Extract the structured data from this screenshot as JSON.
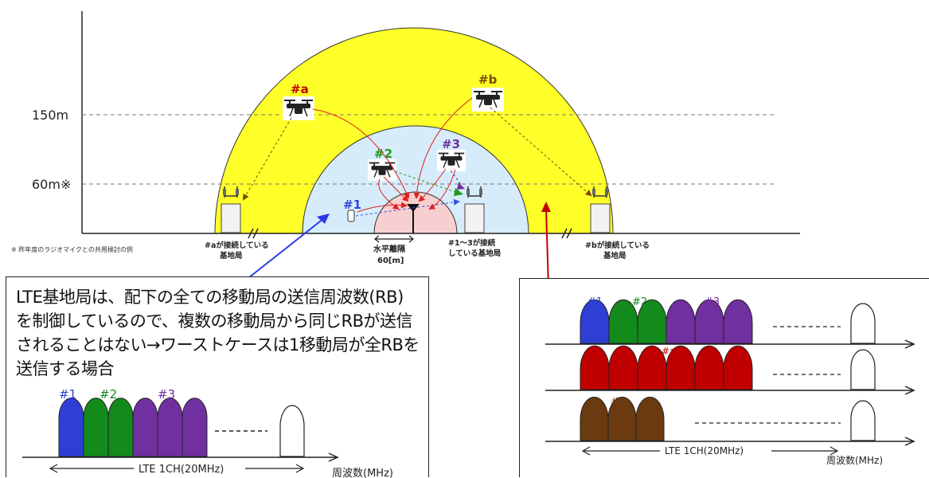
{
  "altitudes": {
    "high": "150m",
    "low": "60m※"
  },
  "note": "※ 昨年度のラジオマイクとの共用検討の例",
  "drones": {
    "a": "#a",
    "b": "#b",
    "d1": "#1",
    "d2": "#2",
    "d3": "#3"
  },
  "base_stations": {
    "a_label_line1": "#aが接続している",
    "a_label_line2": "基地局",
    "b_label_line1": "#bが接続している",
    "b_label_line2": "基地局",
    "center_label_line1": "#1～3が接続",
    "center_label_line2": "している基地局"
  },
  "horizontal_separation": {
    "line1": "水平離隔",
    "line2": "60[m]"
  },
  "callout_left": {
    "text": "LTE基地局は、配下の全ての移動局の送信周波数(RB) を制御しているので、複数の移動局から同じRBが送信されることはない→ワーストケースは1移動局が全RBを送信する場合",
    "labels": [
      "#1",
      "#2",
      "#3"
    ],
    "bandwidth_label": "LTE 1CH(20MHz)",
    "axis_label": "周波数(MHz)"
  },
  "callout_right": {
    "row1_labels": [
      "#1",
      "#2",
      "#3"
    ],
    "row2_label": "#a",
    "row3_label": "#b",
    "bandwidth_label": "LTE 1CH(20MHz)",
    "axis_label": "周波数(MHz)"
  },
  "colors": {
    "outer_zone": "#ffff2a",
    "middle_zone": "#d6ecfb",
    "inner_zone": "#f8cfd0",
    "label_a_b": "#c00000",
    "label_1": "#2f44d8",
    "label_2": "#1a9a1a",
    "label_3": "#7030a0",
    "rb_blue": "#2f3fd6",
    "rb_green": "#138a1c",
    "rb_purple": "#7030a0",
    "rb_red": "#c00000",
    "rb_brown": "#6b3a10"
  }
}
